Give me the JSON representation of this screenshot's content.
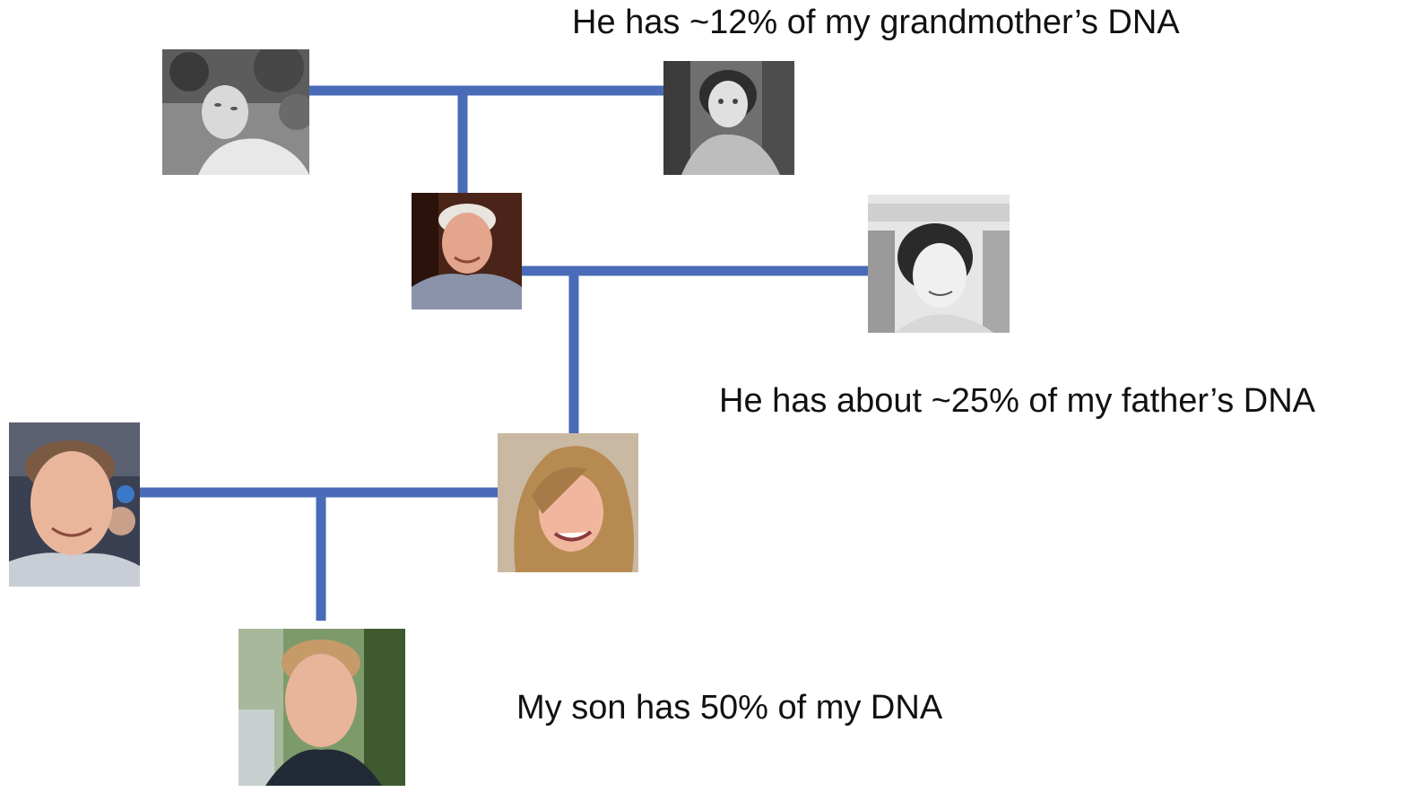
{
  "line_color": "#4a6bb8",
  "captions": {
    "grandmother": "He has ~12% of my grandmother’s DNA",
    "father": "He has about ~25% of my father’s DNA",
    "son": "My son has 50% of my DNA"
  },
  "photos": {
    "grandfather": {
      "tone": "grayscale"
    },
    "grandmother": {
      "tone": "grayscale"
    },
    "father": {
      "tone": "color"
    },
    "mother": {
      "tone": "grayscale"
    },
    "husband": {
      "tone": "color"
    },
    "me": {
      "tone": "color"
    },
    "son": {
      "tone": "color"
    }
  }
}
